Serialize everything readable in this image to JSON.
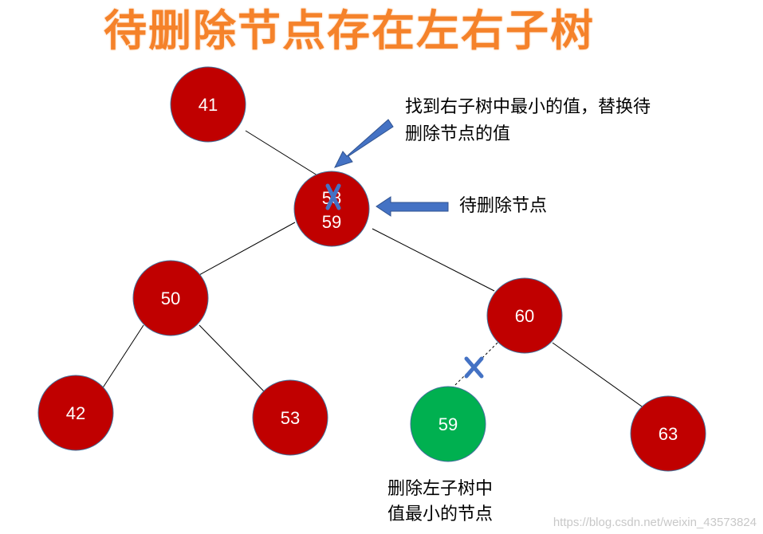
{
  "title": "待删除节点存在左右子树",
  "nodes": {
    "n41": "41",
    "n58_old": "58",
    "n58_new": "59",
    "n50": "50",
    "n60": "60",
    "n42": "42",
    "n53": "53",
    "n59": "59",
    "n63": "63"
  },
  "annotations": {
    "find_min_line1": "找到右子树中最小的值，替换待",
    "find_min_line2": "删除节点的值",
    "delete_target": "待删除节点",
    "delete_left_min_line1": "删除左子树中",
    "delete_left_min_line2": "值最小的节点"
  },
  "watermark": "https://blog.csdn.net/weixin_43573824",
  "colors": {
    "red_node": "#c00000",
    "green_node": "#00b050",
    "arrow": "#4472c4",
    "title": "#f5822a"
  },
  "icons": [
    "cross-icon",
    "arrow-icon"
  ]
}
